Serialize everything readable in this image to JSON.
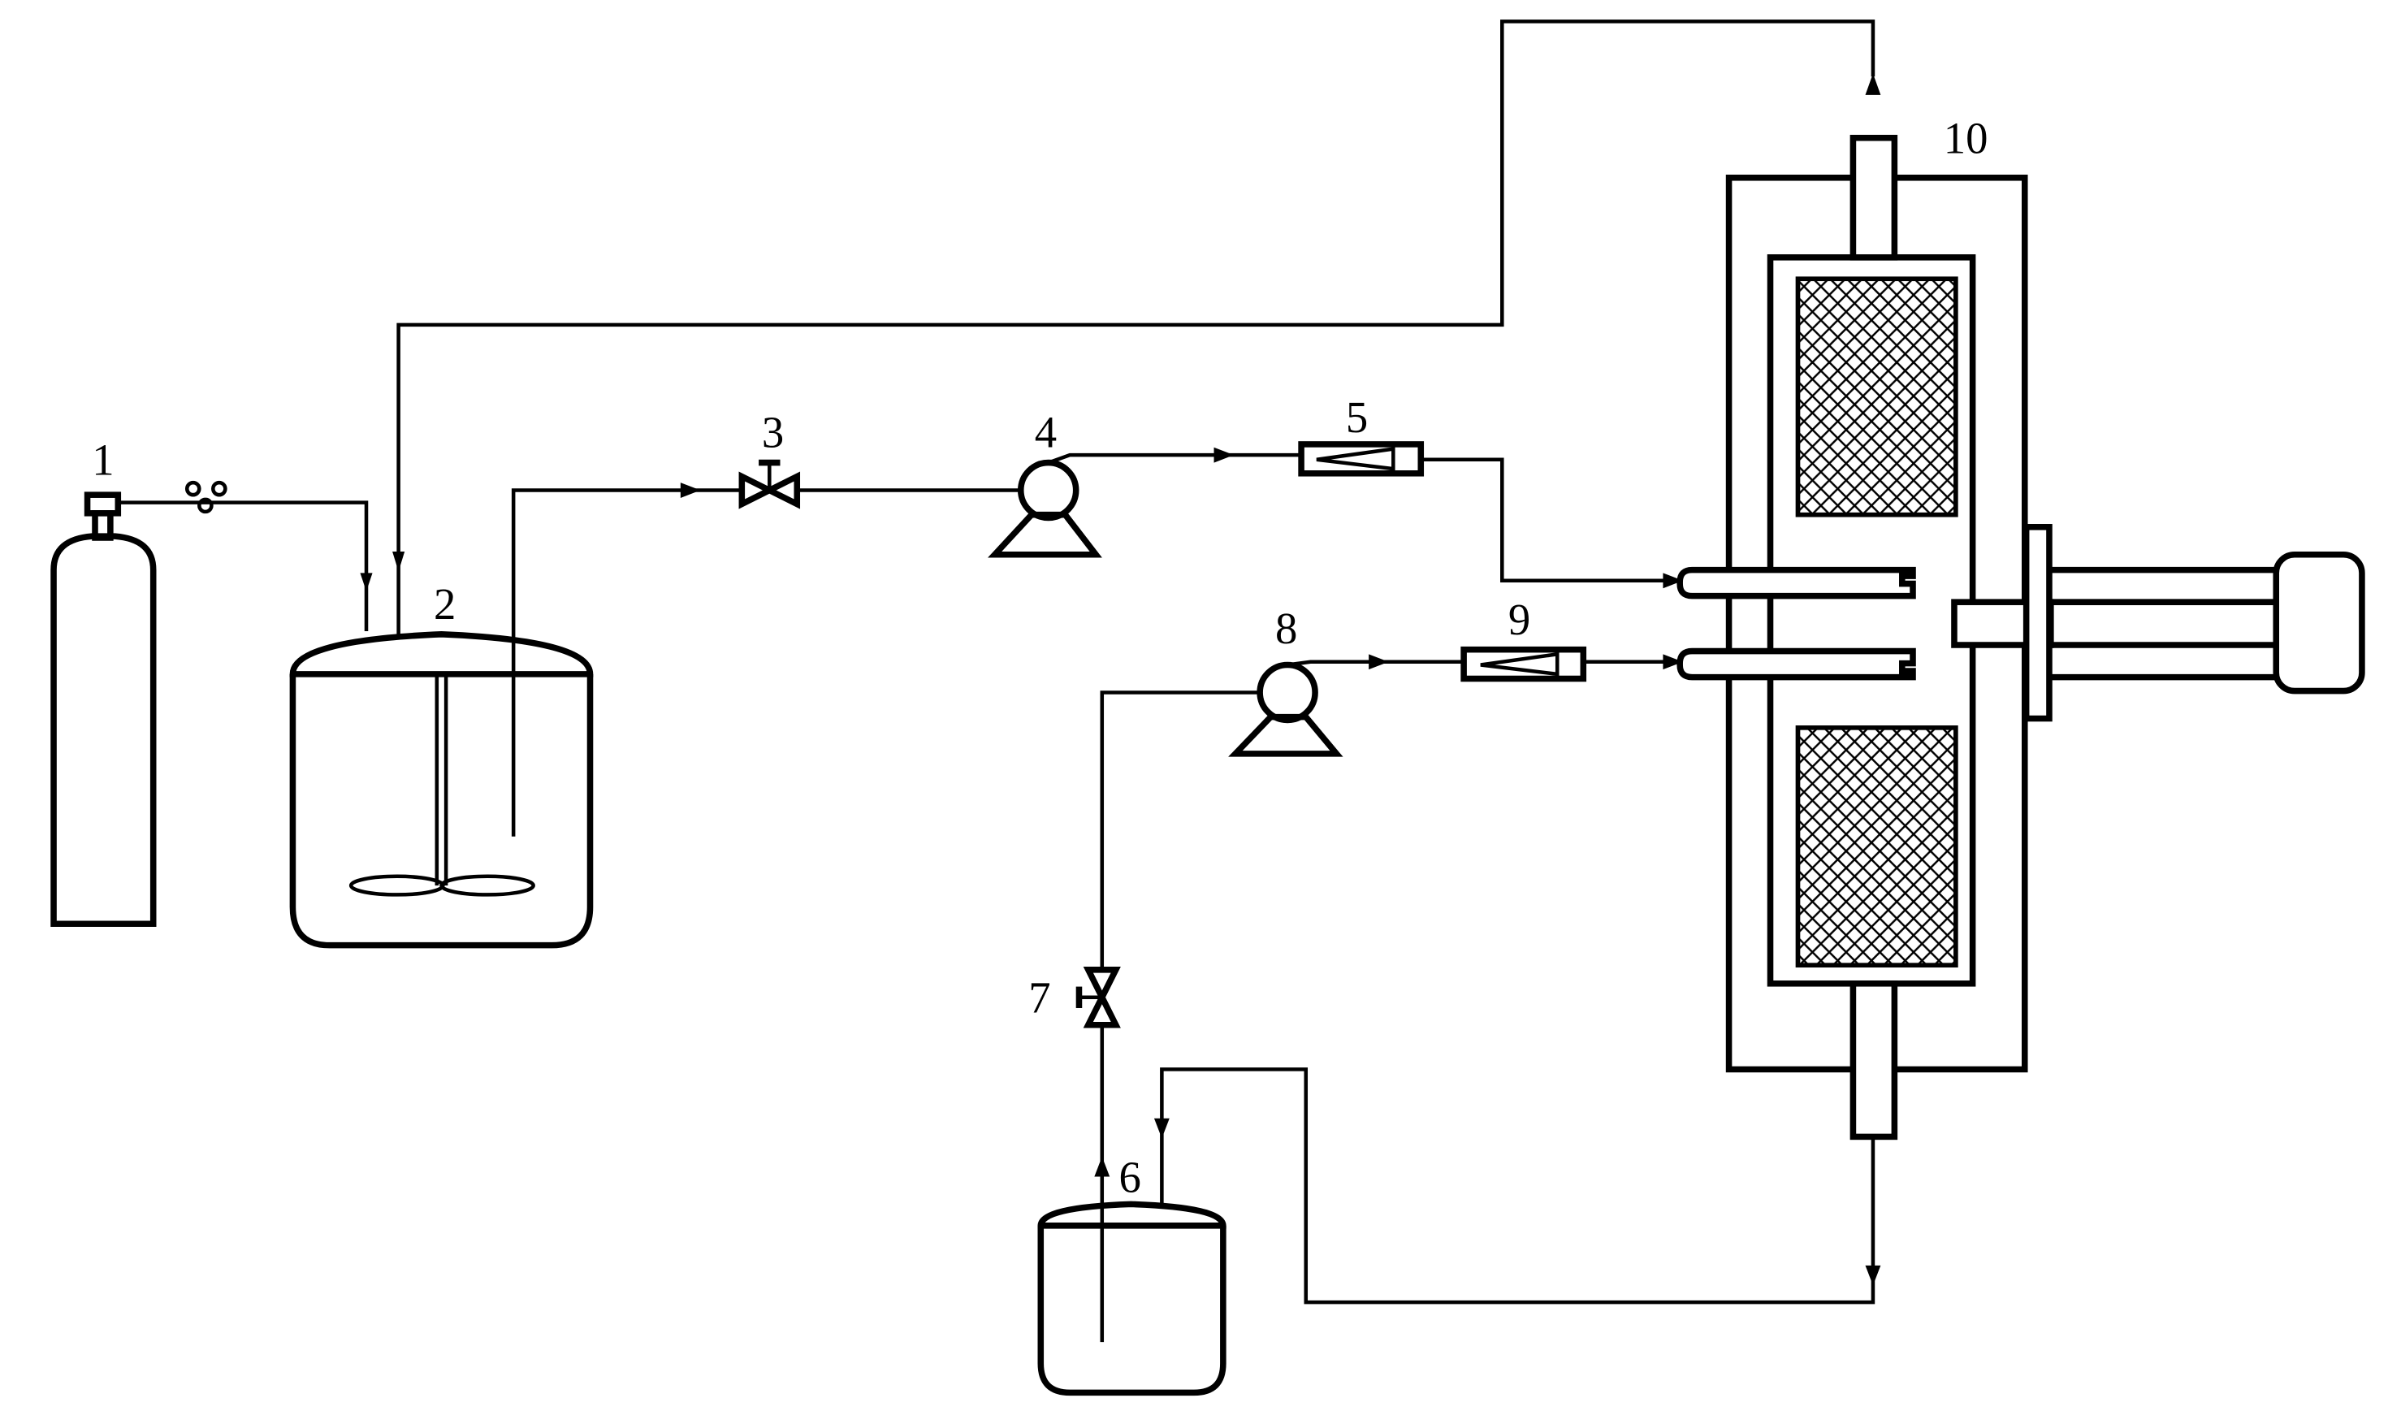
{
  "labels": {
    "l1": "1",
    "l2": "2",
    "l3": "3",
    "l4": "4",
    "l5": "5",
    "l6": "6",
    "l7": "7",
    "l8": "8",
    "l9": "9",
    "l10": "10"
  },
  "colors": {
    "line": "#000000",
    "background": "#ffffff"
  }
}
